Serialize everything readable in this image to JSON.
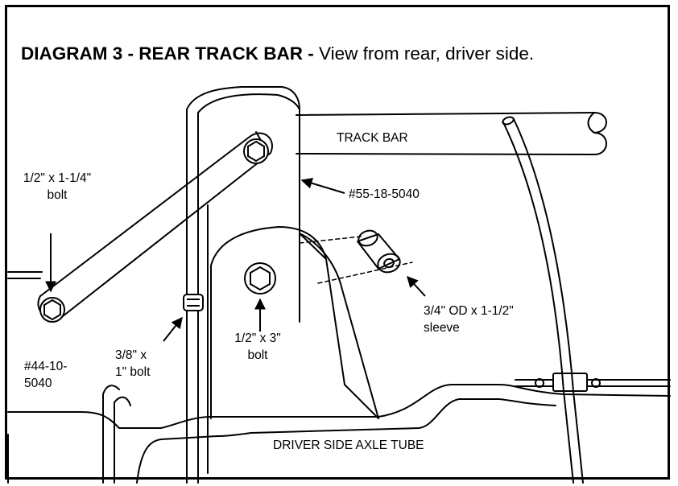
{
  "title": {
    "bold": "DIAGRAM  3 - REAR TRACK BAR -",
    "normal": " View from rear, driver side."
  },
  "labels": {
    "track_bar": "TRACK BAR",
    "bracket_part": "#55-18-5040",
    "link_bolt_line1": "1/2\" x 1-1/4\"",
    "link_bolt_line2": "bolt",
    "sleeve_line1": "3/4\" OD x 1-1/2\"",
    "sleeve_line2": "sleeve",
    "pivot_bolt_line1": "1/2\" x 3\"",
    "pivot_bolt_line2": "bolt",
    "small_bolt_line1": "3/8\" x",
    "small_bolt_line2": "1\" bolt",
    "link_part_line1": "#44-10-",
    "link_part_line2": "5040",
    "axle_tube": "DRIVER SIDE AXLE TUBE"
  },
  "colors": {
    "line": "#000000",
    "background": "#ffffff"
  }
}
